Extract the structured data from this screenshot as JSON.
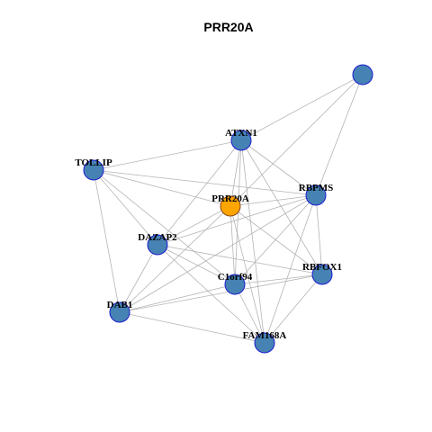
{
  "title": "PRR20A",
  "colors": {
    "node_fill": "#4682B4",
    "node_stroke": "#1C1CCF",
    "focus_fill": "#FFA500",
    "focus_stroke": "#8B4513",
    "edge": "#B4B4B4"
  },
  "nodes": [
    {
      "id": "unlabeled",
      "label": "",
      "focus": false
    },
    {
      "id": "ATXN1",
      "label": "ATXN1",
      "focus": false
    },
    {
      "id": "TOLLIP",
      "label": "TOLLIP",
      "focus": false
    },
    {
      "id": "RBPMS",
      "label": "RBPMS",
      "focus": false
    },
    {
      "id": "PRR20A",
      "label": "PRR20A",
      "focus": true
    },
    {
      "id": "DAZAP2",
      "label": "DAZAP2",
      "focus": false
    },
    {
      "id": "RBFOX1",
      "label": "RBFOX1",
      "focus": false
    },
    {
      "id": "C1orf94",
      "label": "C1orf94",
      "focus": false
    },
    {
      "id": "DAB1",
      "label": "DAB1",
      "focus": false
    },
    {
      "id": "FAM168A",
      "label": "FAM168A",
      "focus": false
    }
  ],
  "edges": [
    [
      "unlabeled",
      "ATXN1"
    ],
    [
      "unlabeled",
      "PRR20A"
    ],
    [
      "unlabeled",
      "RBPMS"
    ],
    [
      "ATXN1",
      "PRR20A"
    ],
    [
      "ATXN1",
      "RBPMS"
    ],
    [
      "ATXN1",
      "RBFOX1"
    ],
    [
      "ATXN1",
      "DAZAP2"
    ],
    [
      "ATXN1",
      "C1orf94"
    ],
    [
      "ATXN1",
      "FAM168A"
    ],
    [
      "ATXN1",
      "TOLLIP"
    ],
    [
      "TOLLIP",
      "PRR20A"
    ],
    [
      "TOLLIP",
      "RBPMS"
    ],
    [
      "TOLLIP",
      "DAZAP2"
    ],
    [
      "TOLLIP",
      "DAB1"
    ],
    [
      "TOLLIP",
      "C1orf94"
    ],
    [
      "PRR20A",
      "RBPMS"
    ],
    [
      "PRR20A",
      "DAZAP2"
    ],
    [
      "PRR20A",
      "C1orf94"
    ],
    [
      "PRR20A",
      "FAM168A"
    ],
    [
      "PRR20A",
      "DAB1"
    ],
    [
      "PRR20A",
      "RBFOX1"
    ],
    [
      "RBPMS",
      "DAZAP2"
    ],
    [
      "RBPMS",
      "RBFOX1"
    ],
    [
      "RBPMS",
      "C1orf94"
    ],
    [
      "RBPMS",
      "FAM168A"
    ],
    [
      "RBPMS",
      "DAB1"
    ],
    [
      "DAZAP2",
      "DAB1"
    ],
    [
      "DAZAP2",
      "RBFOX1"
    ],
    [
      "DAZAP2",
      "C1orf94"
    ],
    [
      "DAZAP2",
      "FAM168A"
    ],
    [
      "RBFOX1",
      "C1orf94"
    ],
    [
      "RBFOX1",
      "DAB1"
    ],
    [
      "RBFOX1",
      "FAM168A"
    ],
    [
      "C1orf94",
      "DAB1"
    ],
    [
      "C1orf94",
      "FAM168A"
    ],
    [
      "DAB1",
      "FAM168A"
    ]
  ]
}
